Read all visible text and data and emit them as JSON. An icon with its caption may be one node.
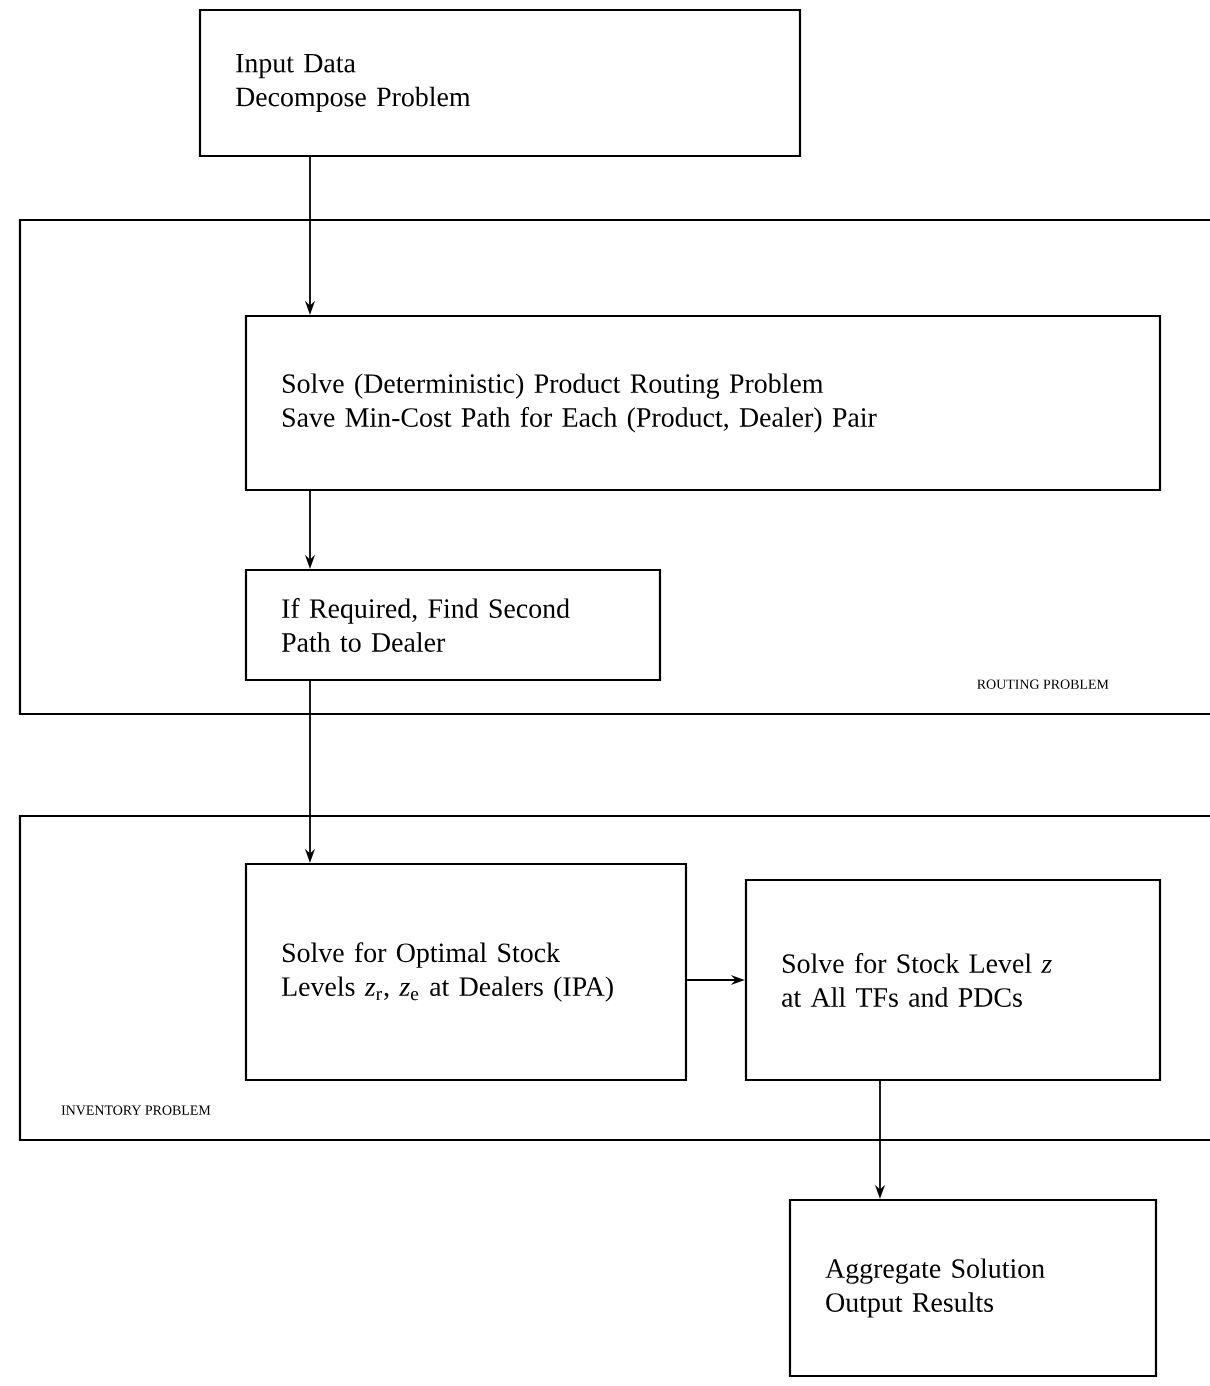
{
  "diagram": {
    "nodes": [
      {
        "text": [
          "Input Data",
          "Decompose Problem"
        ]
      },
      {
        "text": [
          "ROUTING PROBLEM"
        ]
      },
      {
        "text": [
          "Solve (Deterministic) Product Routing Problem",
          "Save Min-Cost Path for Each (Product, Dealer) Pair"
        ],
        "in": 1
      },
      {
        "text": [
          "If Required, Find Second Path to Dealer"
        ],
        "in": 1
      },
      {
        "text": [
          "INVENTORY PROBLEM"
        ]
      },
      {
        "text": [
          "Solve for Optimal Stock Levels *z*$_{r}$, *z*$_{e}$ at Dealers (IPA)"
        ],
        "in": 4
      },
      {
        "text": [
          "Solve for Stock Level *z* at All TFs and PDCs"
        ],
        "in": 4
      },
      {
        "text": [
          "Aggregate Solution",
          "Output Results"
        ]
      }
    ],
    "edges": [
      {
        "from": 0,
        "to": 2,
        "arrow": "to"
      },
      {
        "from": 2,
        "to": 3,
        "arrow": "to"
      },
      {
        "from": 3,
        "to": 5,
        "arrow": "to"
      },
      {
        "from": 5,
        "to": 6,
        "arrow": "to"
      },
      {
        "from": 6,
        "to": 7,
        "arrow": "to"
      }
    ]
  }
}
